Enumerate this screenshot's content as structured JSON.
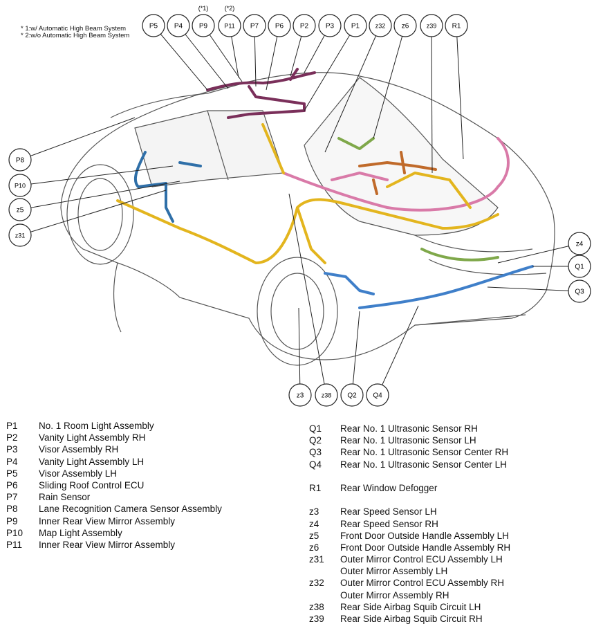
{
  "notes": [
    "* 1:w/ Automatic High Beam System",
    "* 2:w/o Automatic High Beam System"
  ],
  "callouts": {
    "top": [
      {
        "label": "P5"
      },
      {
        "label": "P4"
      },
      {
        "label": "P9",
        "note": "(*1)"
      },
      {
        "label": "P11",
        "note": "(*2)"
      },
      {
        "label": "P7"
      },
      {
        "label": "P6"
      },
      {
        "label": "P2"
      },
      {
        "label": "P3"
      },
      {
        "label": "P1"
      },
      {
        "label": "z32"
      },
      {
        "label": "z6"
      },
      {
        "label": "z39"
      },
      {
        "label": "R1"
      }
    ],
    "left": [
      {
        "label": "P8"
      },
      {
        "label": "P10"
      },
      {
        "label": "z5"
      },
      {
        "label": "z31"
      }
    ],
    "right": [
      {
        "label": "z4"
      },
      {
        "label": "Q1"
      },
      {
        "label": "Q3"
      }
    ],
    "bottom": [
      {
        "label": "z3"
      },
      {
        "label": "z38"
      },
      {
        "label": "Q2"
      },
      {
        "label": "Q4"
      }
    ]
  },
  "harness_colors": {
    "roof": "#7a2f5a",
    "main": "#e3b51e",
    "door": "#2f6fa8",
    "rear": "#c06a2a",
    "pink": "#d97aa8",
    "bumper": "#3f7fc9",
    "green": "#7fa84a"
  },
  "legend_left": [
    {
      "code": "P1",
      "desc": "No. 1 Room Light Assembly"
    },
    {
      "code": "P2",
      "desc": "Vanity Light Assembly RH"
    },
    {
      "code": "P3",
      "desc": "Visor Assembly RH"
    },
    {
      "code": "P4",
      "desc": "Vanity Light Assembly LH"
    },
    {
      "code": "P5",
      "desc": "Visor Assembly LH"
    },
    {
      "code": "P6",
      "desc": "Sliding Roof Control ECU"
    },
    {
      "code": "P7",
      "desc": "Rain Sensor"
    },
    {
      "code": "P8",
      "desc": "Lane Recognition Camera Sensor Assembly"
    },
    {
      "code": "P9",
      "desc": "Inner Rear View Mirror Assembly"
    },
    {
      "code": "P10",
      "desc": "Map Light Assembly"
    },
    {
      "code": "P11",
      "desc": "Inner Rear View Mirror Assembly"
    }
  ],
  "legend_right": [
    {
      "code": "Q1",
      "desc": "Rear No. 1 Ultrasonic Sensor RH"
    },
    {
      "code": "Q2",
      "desc": "Rear No. 1 Ultrasonic Sensor LH"
    },
    {
      "code": "Q3",
      "desc": "Rear No. 1 Ultrasonic Sensor Center RH"
    },
    {
      "code": "Q4",
      "desc": "Rear No. 1 Ultrasonic Sensor Center LH"
    },
    {
      "code": "",
      "desc": ""
    },
    {
      "code": "R1",
      "desc": "Rear Window Defogger"
    },
    {
      "code": "",
      "desc": ""
    },
    {
      "code": "z3",
      "desc": "Rear Speed Sensor LH"
    },
    {
      "code": "z4",
      "desc": "Rear Speed Sensor RH"
    },
    {
      "code": "z5",
      "desc": "Front Door Outside Handle Assembly LH"
    },
    {
      "code": "z6",
      "desc": "Front Door Outside Handle Assembly RH"
    },
    {
      "code": "z31",
      "desc": "Outer Mirror Control ECU Assembly LH"
    },
    {
      "code": "",
      "desc": "Outer Mirror Assembly LH"
    },
    {
      "code": "z32",
      "desc": "Outer Mirror Control ECU Assembly RH"
    },
    {
      "code": "",
      "desc": "Outer Mirror Assembly RH"
    },
    {
      "code": "z38",
      "desc": "Rear Side Airbag Squib Circuit LH"
    },
    {
      "code": "z39",
      "desc": "Rear Side Airbag Squib Circuit RH"
    }
  ]
}
